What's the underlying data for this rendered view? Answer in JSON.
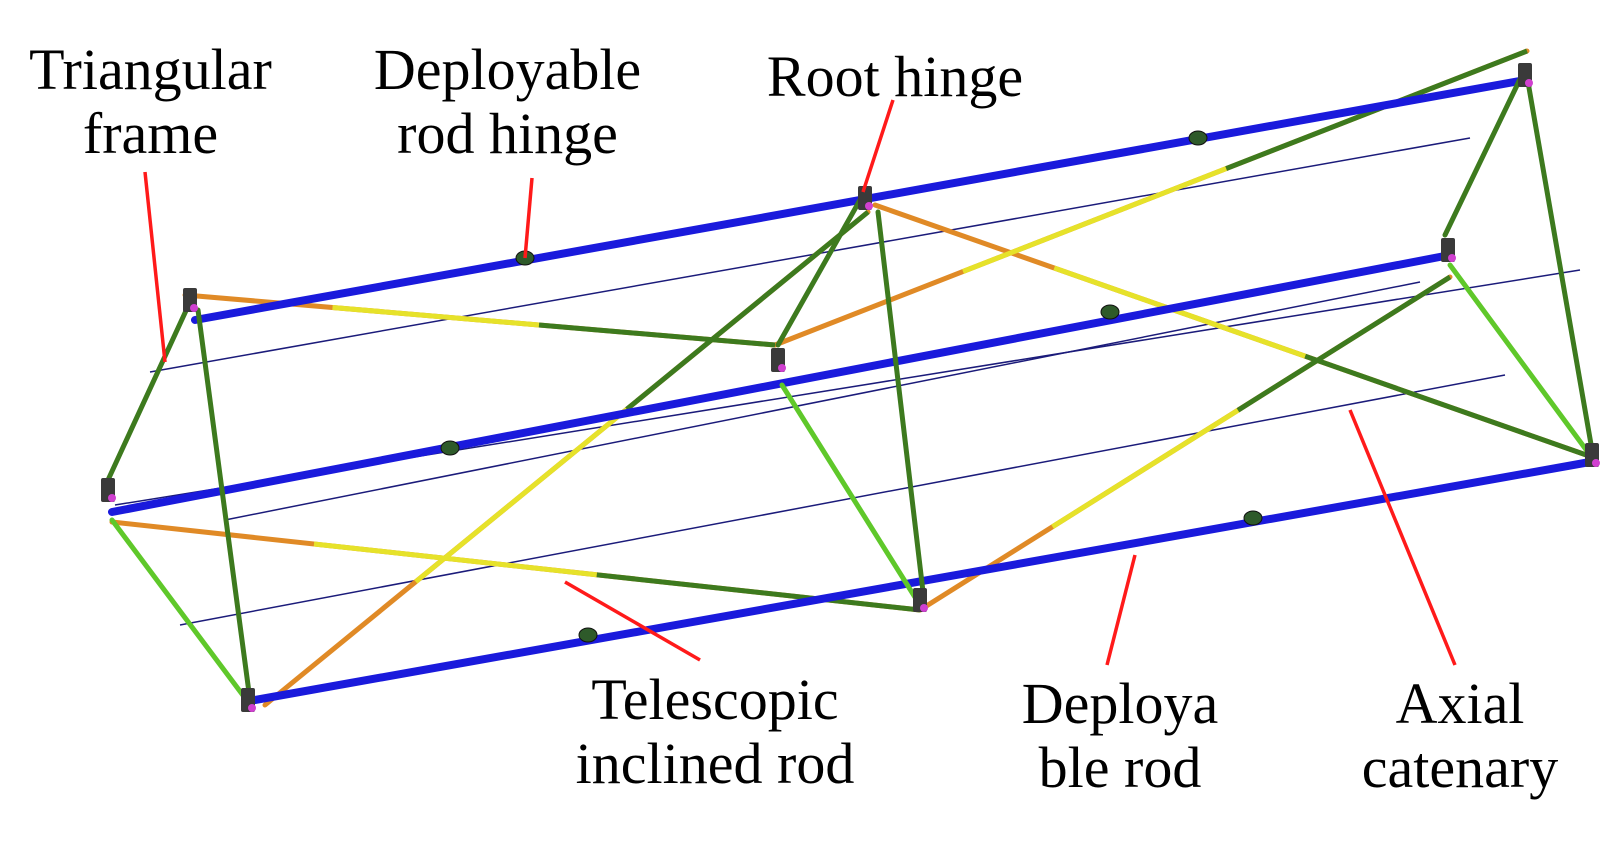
{
  "labels": {
    "triangular_frame": [
      "Triangular",
      "frame"
    ],
    "deployable_rod_hinge": [
      "Deployable",
      "rod hinge"
    ],
    "root_hinge": [
      "Root hinge"
    ],
    "telescopic_inclined_rod": [
      "Telescopic",
      "inclined rod"
    ],
    "deployable_rod": [
      "Deploya",
      "ble rod"
    ],
    "axial_catenary": [
      "Axial",
      "catenary"
    ]
  },
  "colors": {
    "deployable_rod": "#1a1adc",
    "frame_dark": "#3d7a1e",
    "frame_light": "#5fc82a",
    "telescopic_yellow": "#e6e22a",
    "telescopic_orange": "#e08a26",
    "catenary": "#1b1b7a",
    "leader": "#ff1a1a",
    "hinge": "#3a3a3a",
    "hinge_accent": "#d040d0"
  }
}
